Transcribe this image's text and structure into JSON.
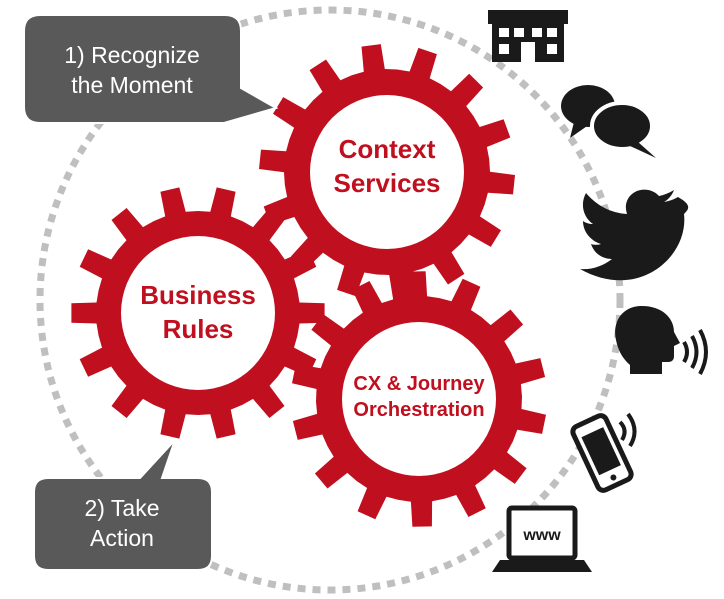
{
  "colors": {
    "gear": "#c00f1e",
    "callout": "#595959",
    "icon": "#1a1a1a",
    "ring": "#bfbfbf"
  },
  "callouts": {
    "recognize": {
      "line1": "1) Recognize",
      "line2": "the Moment"
    },
    "take_action": {
      "line1": "2) Take",
      "line2": "Action"
    }
  },
  "gears": {
    "context": {
      "line1": "Context",
      "line2": "Services"
    },
    "business": {
      "line1": "Business",
      "line2": "Rules"
    },
    "cx": {
      "line1": "CX & Journey",
      "line2": "Orchestration"
    }
  },
  "channels": {
    "icons": [
      "store-icon",
      "chat-icon",
      "twitter-bird-icon",
      "voice-icon",
      "mobile-phone-icon",
      "web-laptop-icon"
    ],
    "web_label": "www"
  }
}
